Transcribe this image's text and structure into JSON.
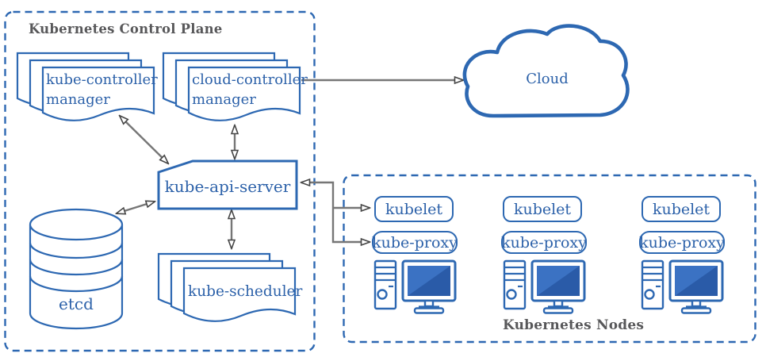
{
  "control_plane": {
    "title": "Kubernetes Control Plane",
    "kube_controller_manager": "kube-controller manager",
    "cloud_controller_manager": "cloud-controller manager",
    "kube_api_server": "kube-api-server",
    "etcd": "etcd",
    "kube_scheduler": "kube-scheduler"
  },
  "cloud": {
    "label": "Cloud"
  },
  "nodes": {
    "title": "Kubernetes Nodes",
    "items": [
      {
        "kubelet": "kubelet",
        "kube_proxy": "kube-proxy"
      },
      {
        "kubelet": "kubelet",
        "kube_proxy": "kube-proxy"
      },
      {
        "kubelet": "kubelet",
        "kube_proxy": "kube-proxy"
      }
    ]
  },
  "icons": {
    "document_stack_icon": "stack of three wavy-bottom document sheets",
    "database_icon": "cylinder with three rings",
    "cloud_icon": "cloud outline",
    "computer_icon": "desktop tower with monitor"
  },
  "colors": {
    "primary_blue": "#2d68b2",
    "text_blue": "#2c61a9",
    "title_gray": "#58585a",
    "arrow_gray": "#767676",
    "screen_light_blue": "#3b72c3",
    "screen_dark_blue": "#2a5ba8"
  }
}
